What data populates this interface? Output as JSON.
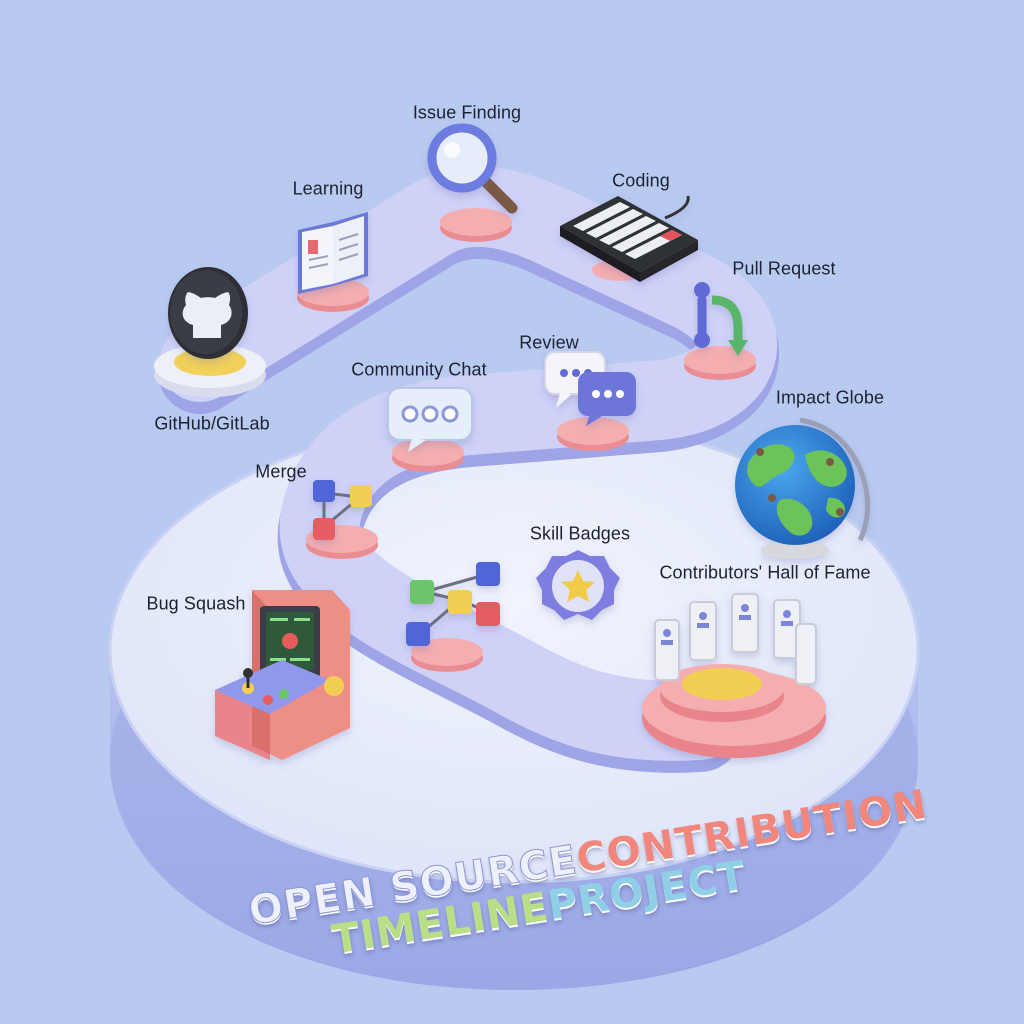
{
  "milestones": [
    {
      "label": "GitHub/GitLab",
      "icon": "github-logo-icon"
    },
    {
      "label": "Learning",
      "icon": "open-book-icon"
    },
    {
      "label": "Issue Finding",
      "icon": "magnifying-glass-icon"
    },
    {
      "label": "Coding",
      "icon": "keyboard-icon"
    },
    {
      "label": "Pull Request",
      "icon": "pull-request-icon"
    },
    {
      "label": "Review",
      "icon": "speech-bubbles-icon"
    },
    {
      "label": "Community Chat",
      "icon": "chat-bubble-icon"
    },
    {
      "label": "Merge",
      "icon": "merge-blocks-icon"
    },
    {
      "label": "Impact Globe",
      "icon": "globe-icon"
    },
    {
      "label": "Skill Badges",
      "icon": "star-badge-icon"
    },
    {
      "label": "Contributors' Hall of Fame",
      "icon": "hall-of-fame-icon"
    },
    {
      "label": "Bug Squash",
      "icon": "arcade-machine-icon"
    }
  ],
  "title": {
    "line1": [
      {
        "text": "OPEN SOURCE ",
        "color": "#eef0fb"
      },
      {
        "text": "CONTRIBUTION",
        "color": "#f0867c"
      }
    ],
    "line2": [
      {
        "text": "TIMELINE ",
        "color": "#b8de86"
      },
      {
        "text": "PROJECT",
        "color": "#8fd0e6"
      }
    ]
  },
  "colors": {
    "background": "#b9caf0",
    "platform_top": "#e6ecfb",
    "platform_side": "#a7b4ec",
    "path": "#c5c9f2",
    "pedestal": "#f2a3a6",
    "accent_blue": "#5f6fdc"
  }
}
